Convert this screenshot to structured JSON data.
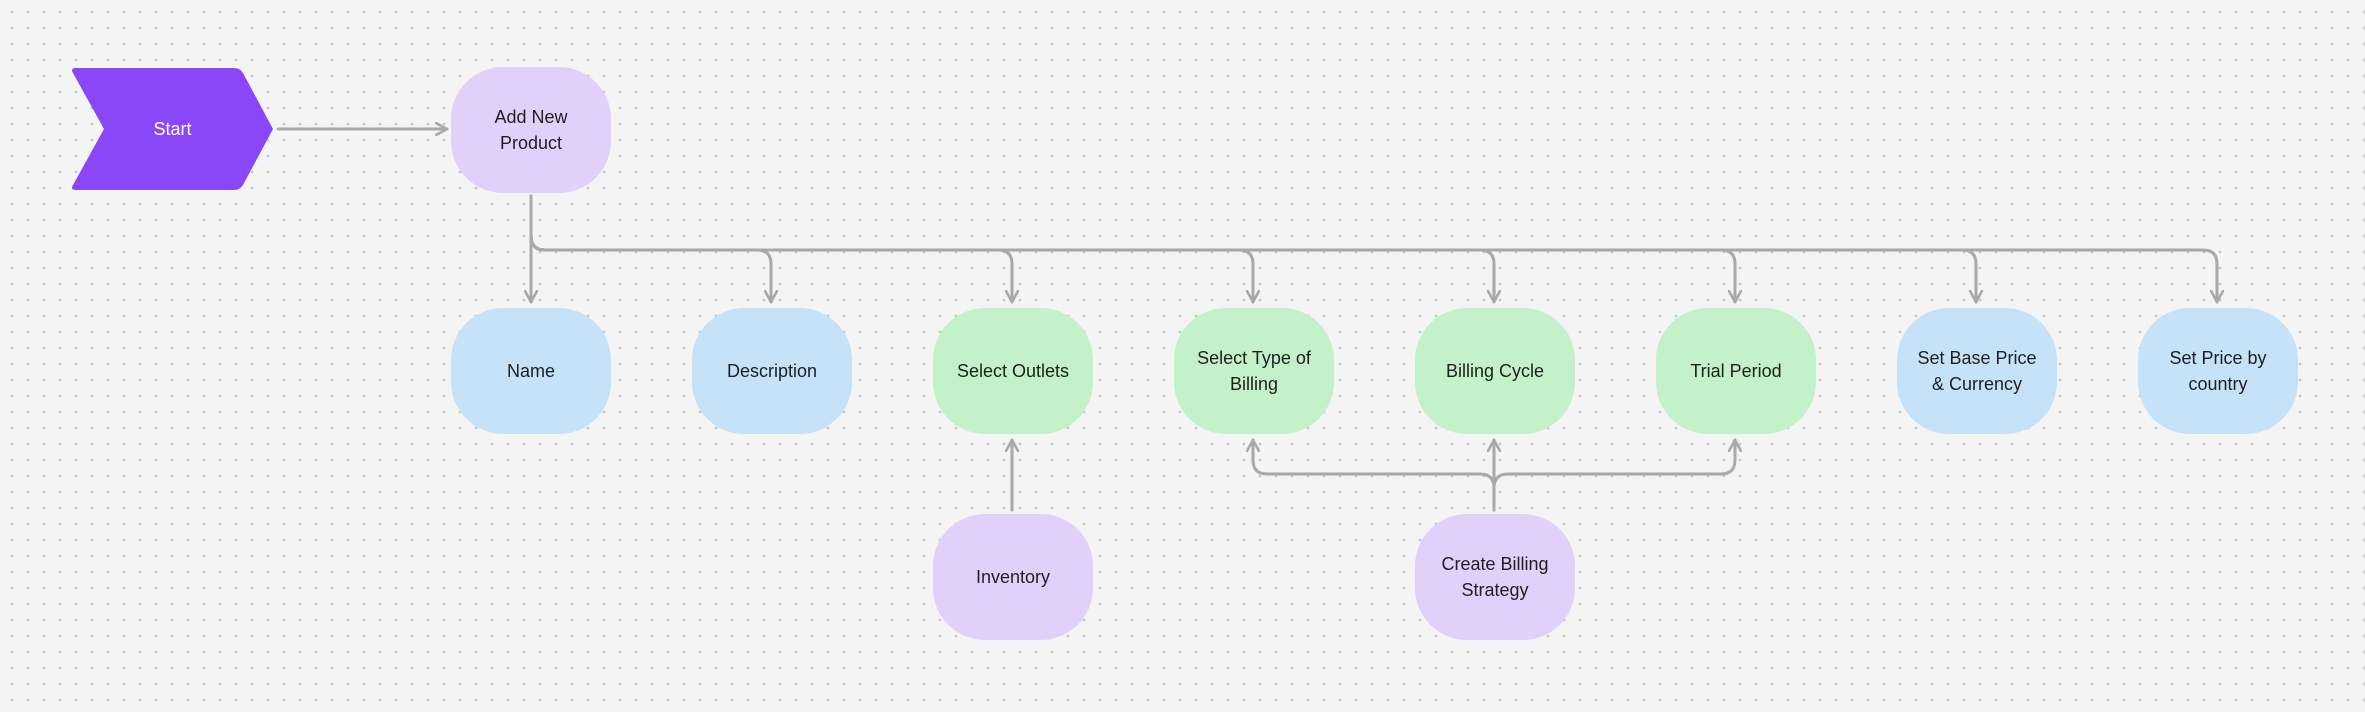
{
  "flowchart": {
    "colors": {
      "start": "#8a47f7",
      "blue_node": "#c5e2f9",
      "green_node": "#c2f1ca",
      "purple_node": "#e1d0f9",
      "connector": "#a9a9a9"
    },
    "nodes": {
      "start": "Start",
      "add_new_product": "Add New Product",
      "name": "Name",
      "description": "Description",
      "select_outlets": "Select Outlets",
      "select_type_of_billing": "Select Type of Billing",
      "billing_cycle": "Billing Cycle",
      "trial_period": "Trial Period",
      "set_base_price_currency": "Set Base Price & Currency",
      "set_price_by_country": "Set Price by country",
      "inventory": "Inventory",
      "create_billing_strategy": "Create Billing Strategy"
    }
  }
}
